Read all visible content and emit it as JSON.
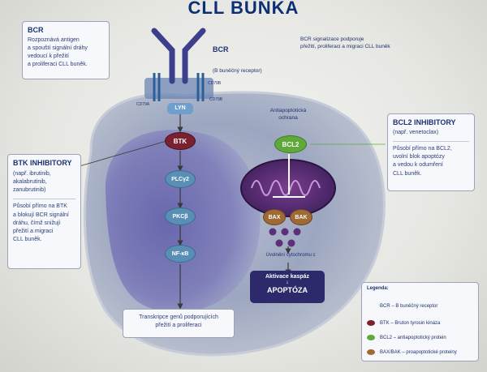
{
  "title": "CLL BUŇKA",
  "bcr_box": {
    "heading": "BCR",
    "text": "Rozpoznává antigen\na spouští signální dráhy\nvedoucí k přežití\na proliferaci CLL buněk."
  },
  "bcr_label": {
    "title": "BCR",
    "subtitle": "(B buněčný receptor)"
  },
  "bcr_signal_text": "BCR signalizace podporuje\npřežití, proliferaci a migraci CLL buněk",
  "receptor_labels": {
    "cd79a": "CD79A",
    "cd79b_top": "CD79B",
    "cd79b": "CD79B"
  },
  "pathway": {
    "lyn": "LYN",
    "btk": "BTK",
    "plc": "PLCγ2",
    "pkc": "PKCβ",
    "nfkb": "NF-κB"
  },
  "btk_box": {
    "heading": "BTK INHIBITORY",
    "examples": "(např. ibrutinib,\nakalabrutinib,\nzanubrutinib)",
    "text": "Působí přímo na BTK\na blokují BCR signální\ndráhu, čímž snižují\npřežití a migraci\nCLL buněk."
  },
  "antiapoptotic_label": "Antiapoptotická\nochrana",
  "bcl2": "BCL2",
  "bcl2_box": {
    "heading": "BCL2 INHIBITORY",
    "examples": "(např. venetoclax)",
    "text": "Působí přímo na BCL2,\nuvolní blok apoptózy\na vedou k odumření\nCLL buněk."
  },
  "bax": "BAX",
  "bak": "BAK",
  "cytochrome_label": "Uvolnění cytochromu c",
  "caspase": {
    "line1": "Aktivace kaspáz",
    "line2": "APOPTÓZA"
  },
  "transcription": "Transkripce genů podporujících\npřežití a proliferaci",
  "legend": {
    "title": "Legenda:",
    "items": [
      {
        "icon": "receptor",
        "label": "BCR – B buněčný receptor"
      },
      {
        "icon": "btk",
        "label": "BTK – Bruton tyrosin kináza"
      },
      {
        "icon": "bcl2",
        "label": "BCL2 – antiapoptotický protein"
      },
      {
        "icon": "baxbak",
        "label": "BAX/BAK – proapoptotické proteiny"
      }
    ]
  },
  "colors": {
    "title": "#0d2f73",
    "btk": "#7a2030",
    "bcl2": "#5fa83a",
    "baxbak": "#a06a35",
    "pathway": "#5a8fb5",
    "receptor": "#3b3f8c"
  }
}
